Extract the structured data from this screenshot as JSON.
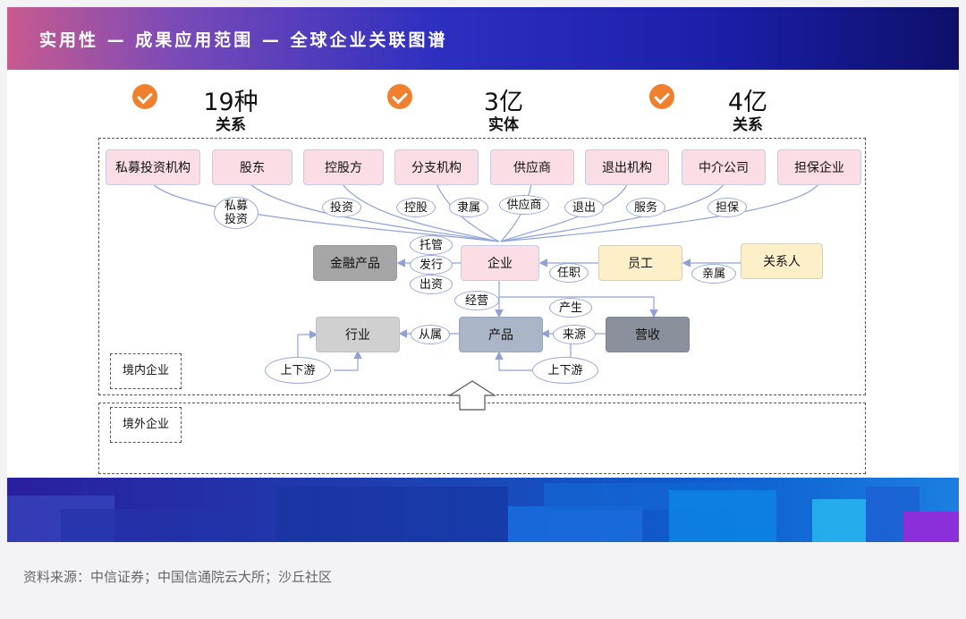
{
  "banner": {
    "title": "实用性 — 成果应用范围 — 全球企业关联图谱"
  },
  "stats": [
    {
      "value": "19种",
      "label": "关系"
    },
    {
      "value": "3亿",
      "label": "实体"
    },
    {
      "value": "4亿",
      "label": "关系"
    }
  ],
  "regions": {
    "domestic": "境内企业",
    "overseas": "境外企业"
  },
  "top_nodes": [
    "私募投资机构",
    "股东",
    "控股方",
    "分支机构",
    "供应商",
    "退出机构",
    "中介公司",
    "担保企业"
  ],
  "top_edges": [
    "私募\n投资",
    "投资",
    "控股",
    "隶属",
    "供应商",
    "退出",
    "服务",
    "担保"
  ],
  "nodes": {
    "enterprise": "企业",
    "financial_product": "金融产品",
    "employee": "员工",
    "related_person": "关系人",
    "industry": "行业",
    "product": "产品",
    "revenue": "营收"
  },
  "edges": {
    "custody": "托管",
    "issue": "发行",
    "invest": "出资",
    "employ": "任职",
    "kin": "亲属",
    "operate": "经营",
    "generate": "产生",
    "belongs": "从属",
    "source": "来源",
    "industry_chain": "上下游",
    "product_chain": "上下游"
  },
  "colors": {
    "accent": "#f07f2e",
    "edge": "#8ea2d8",
    "banner_start": "#c85a8f",
    "banner_end": "#0e0f6a"
  },
  "source_note": "资料来源：中信证券；中国信通院云大所；沙丘社区"
}
